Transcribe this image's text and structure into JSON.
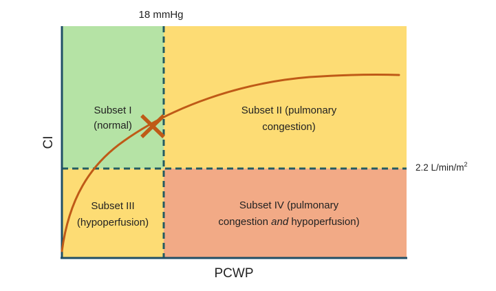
{
  "threshold_x": {
    "label": "18 mmHg"
  },
  "threshold_y": {
    "label": "2.2 L/min/m",
    "superscript": "2"
  },
  "axes": {
    "x_label": "PCWP",
    "y_label": "CI"
  },
  "quadrants": [
    {
      "id": "subset-1",
      "lines": [
        "Subset I",
        "(normal)"
      ],
      "color": "#b5e3a5"
    },
    {
      "id": "subset-2",
      "lines": [
        "Subset II (pulmonary",
        "congestion)"
      ],
      "color": "#fddc74"
    },
    {
      "id": "subset-3",
      "lines": [
        "Subset III",
        "(hypoperfusion)"
      ],
      "color": "#fddc74"
    },
    {
      "id": "subset-4",
      "lines_rich": [
        [
          {
            "text": "Subset IV (pulmonary"
          }
        ],
        [
          {
            "text": "congestion "
          },
          {
            "text": "and",
            "italic": true
          },
          {
            "text": " hypoperfusion)"
          }
        ]
      ],
      "color": "#f2aa86"
    }
  ],
  "colors": {
    "axis": "#1f4e66",
    "dashed": "#235b62",
    "curve": "#bf5a17",
    "marker": "#bf5a17"
  }
}
